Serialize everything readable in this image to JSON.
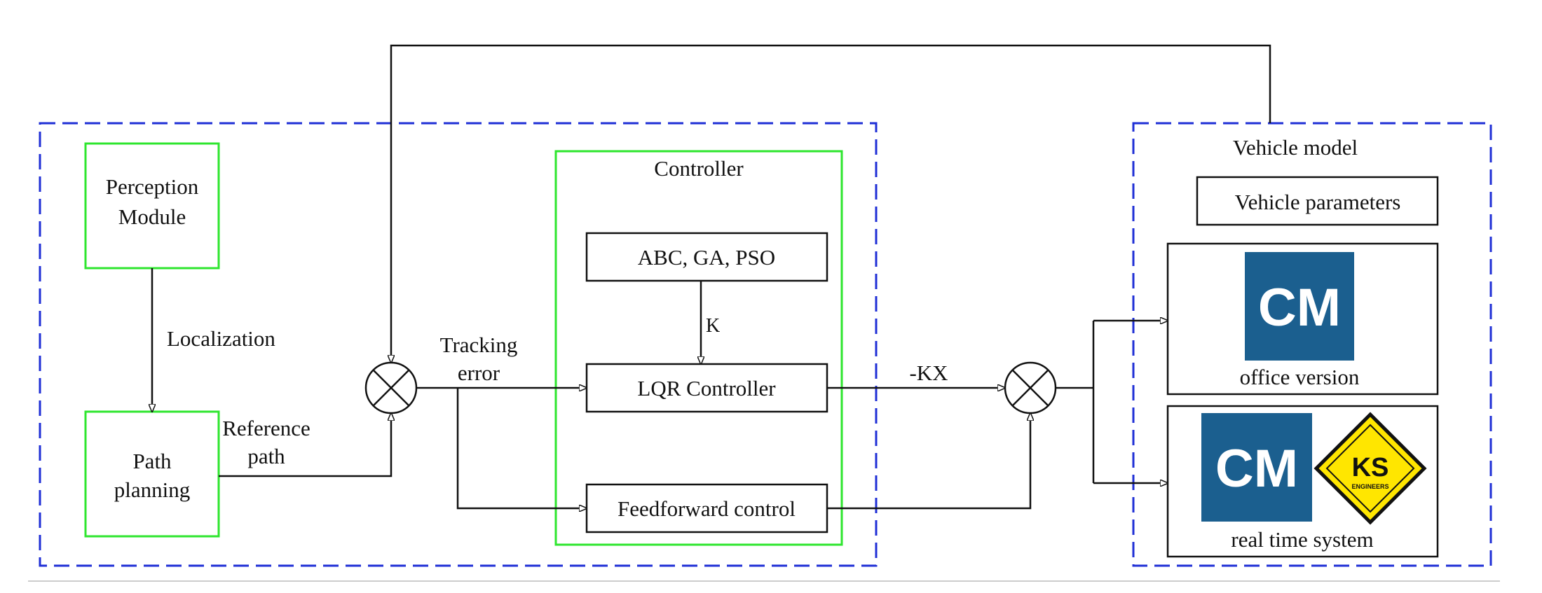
{
  "colors": {
    "dashed_frame": "#1f2fd6",
    "module_border": "#2ee62e",
    "block_border": "#111111",
    "line": "#111111",
    "cm_logo_bg": "#1b5f8f",
    "ks_logo_bg": "#ffe600"
  },
  "perception": {
    "label_line1": "Perception",
    "label_line2": "Module"
  },
  "localization": {
    "label": "Localization"
  },
  "path_planning": {
    "label_line1": "Path",
    "label_line2": "planning"
  },
  "reference_path": {
    "label_line1": "Reference",
    "label_line2": "path"
  },
  "tracking_error": {
    "label_line1": "Tracking",
    "label_line2": "error"
  },
  "controller": {
    "title": "Controller",
    "optimizer_label": "ABC, GA, PSO",
    "gain_label": "K",
    "lqr_label": "LQR Controller",
    "feedforward_label": "Feedforward control"
  },
  "control_signal": {
    "label": "-KX"
  },
  "vehicle_model": {
    "title": "Vehicle model",
    "parameters_label": "Vehicle parameters",
    "office_caption": "office version",
    "realtime_caption": "real time system",
    "cm_logo_text": "CM",
    "ks_logo_text": "KS",
    "ks_logo_subtext": "ENGINEERS"
  }
}
